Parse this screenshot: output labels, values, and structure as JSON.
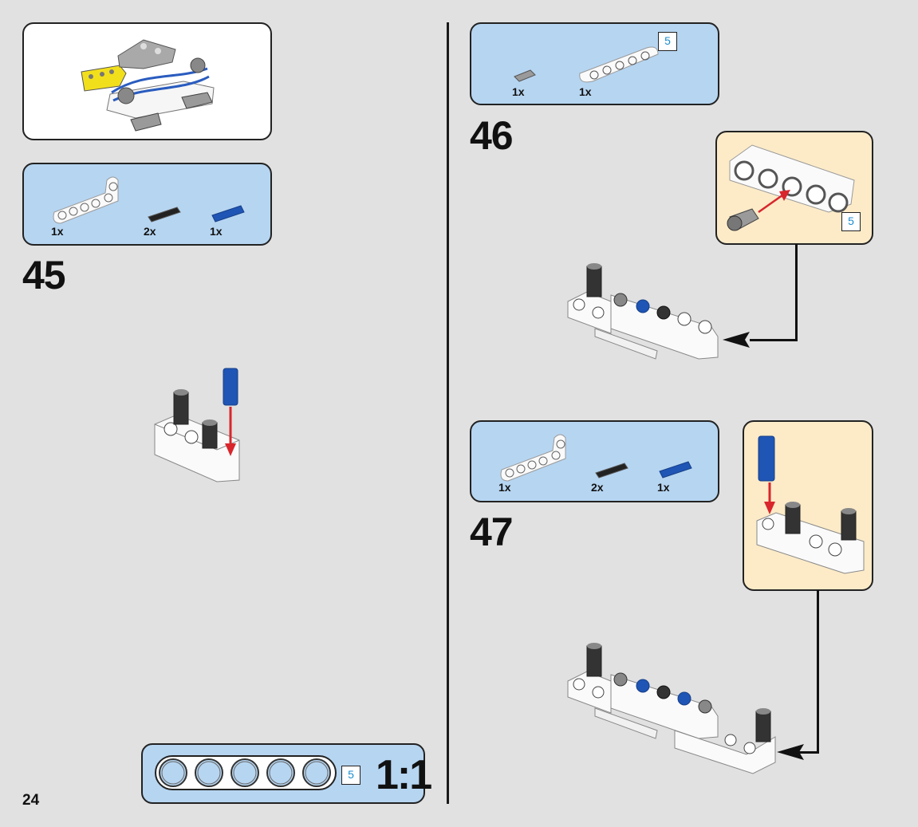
{
  "page": {
    "page_number": "24",
    "colors": {
      "background": "#e1e1e1",
      "parts_panel": "#b6d5f1",
      "callout_panel": "#fdebc8",
      "length_label": "#1c8ecf",
      "arrow_red": "#d8262c",
      "part_blue": "#1f55b5"
    }
  },
  "preview": {
    "description": "Completed sub-assembly preview (yellow, white, gray and blue Technic parts)"
  },
  "steps": [
    {
      "number": "45",
      "parts": [
        {
          "name": "white-l-beam",
          "qty": "1x"
        },
        {
          "name": "black-friction-pin",
          "qty": "2x"
        },
        {
          "name": "blue-axle-pin",
          "qty": "1x"
        }
      ]
    },
    {
      "number": "46",
      "parts": [
        {
          "name": "gray-bushing-pin",
          "qty": "1x"
        },
        {
          "name": "white-5-beam",
          "qty": "1x",
          "length": "5"
        }
      ],
      "callout": {
        "length": "5"
      }
    },
    {
      "number": "47",
      "parts": [
        {
          "name": "white-l-beam",
          "qty": "1x"
        },
        {
          "name": "black-friction-pin",
          "qty": "2x"
        },
        {
          "name": "blue-axle-pin",
          "qty": "1x"
        }
      ]
    }
  ],
  "scale_reference": {
    "length": "5",
    "ratio": "1:1"
  }
}
